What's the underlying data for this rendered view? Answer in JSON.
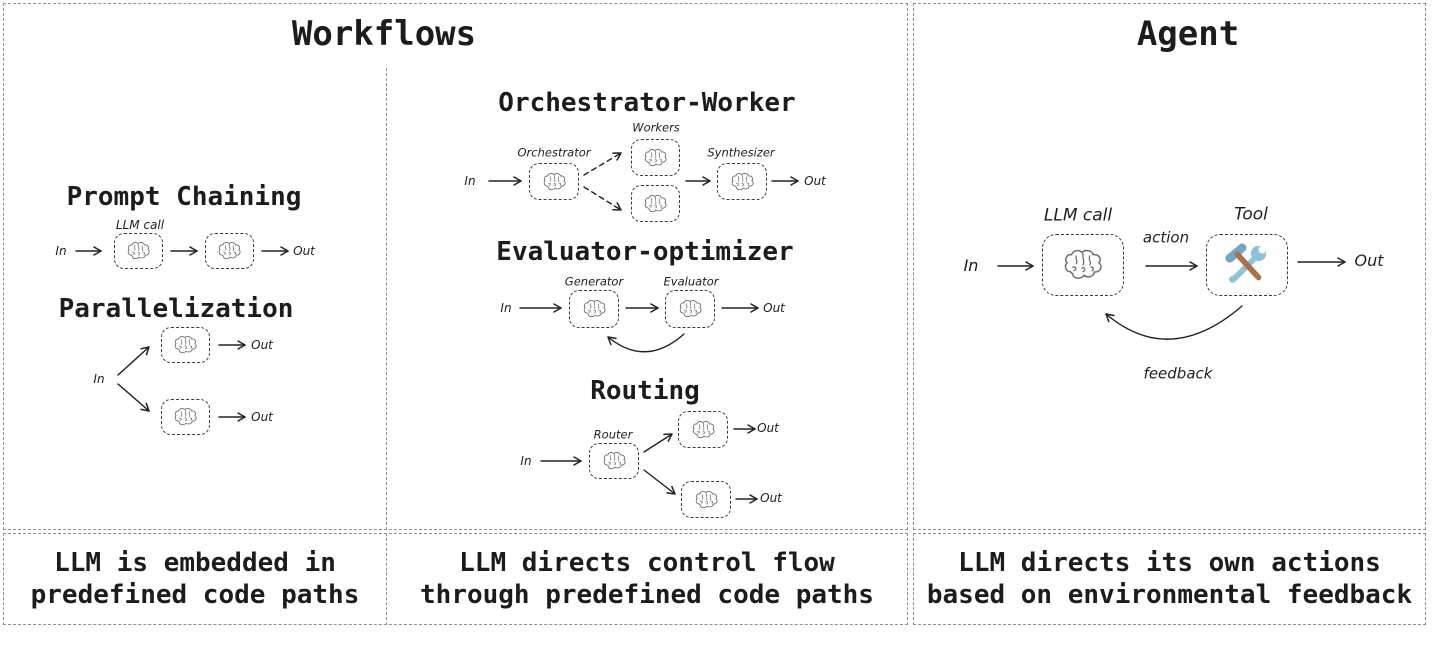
{
  "panels": {
    "workflows": {
      "title": "Workflows"
    },
    "agent": {
      "title": "Agent"
    }
  },
  "labels": {
    "in": "In",
    "out": "Out"
  },
  "diagrams": {
    "prompt_chaining": {
      "title": "Prompt Chaining",
      "llm_call": "LLM call"
    },
    "parallelization": {
      "title": "Parallelization"
    },
    "orchestrator_worker": {
      "title": "Orchestrator-Worker",
      "orchestrator": "Orchestrator",
      "workers": "Workers",
      "synthesizer": "Synthesizer"
    },
    "evaluator_optimizer": {
      "title": "Evaluator-optimizer",
      "generator": "Generator",
      "evaluator": "Evaluator"
    },
    "routing": {
      "title": "Routing",
      "router": "Router"
    },
    "agent_loop": {
      "llm_call": "LLM call",
      "tool": "Tool",
      "action": "action",
      "feedback": "feedback"
    }
  },
  "captions": {
    "workflows_left": [
      "LLM is embedded in",
      "predefined code paths"
    ],
    "workflows_middle": [
      "LLM directs control flow",
      "through predefined code paths"
    ],
    "agent": [
      "LLM directs its own actions",
      "based on environmental feedback"
    ]
  },
  "icons": {
    "brain": "🧠",
    "hammer_wrench": "🛠"
  },
  "colors": {
    "line": "#222222",
    "panel_border": "#8f8f8f",
    "node_border": "#3a3a3a",
    "wrench_blue": "#8fc2d8",
    "hammer_head_blue": "#74a8c0",
    "handle_brown": "#a9714b"
  }
}
